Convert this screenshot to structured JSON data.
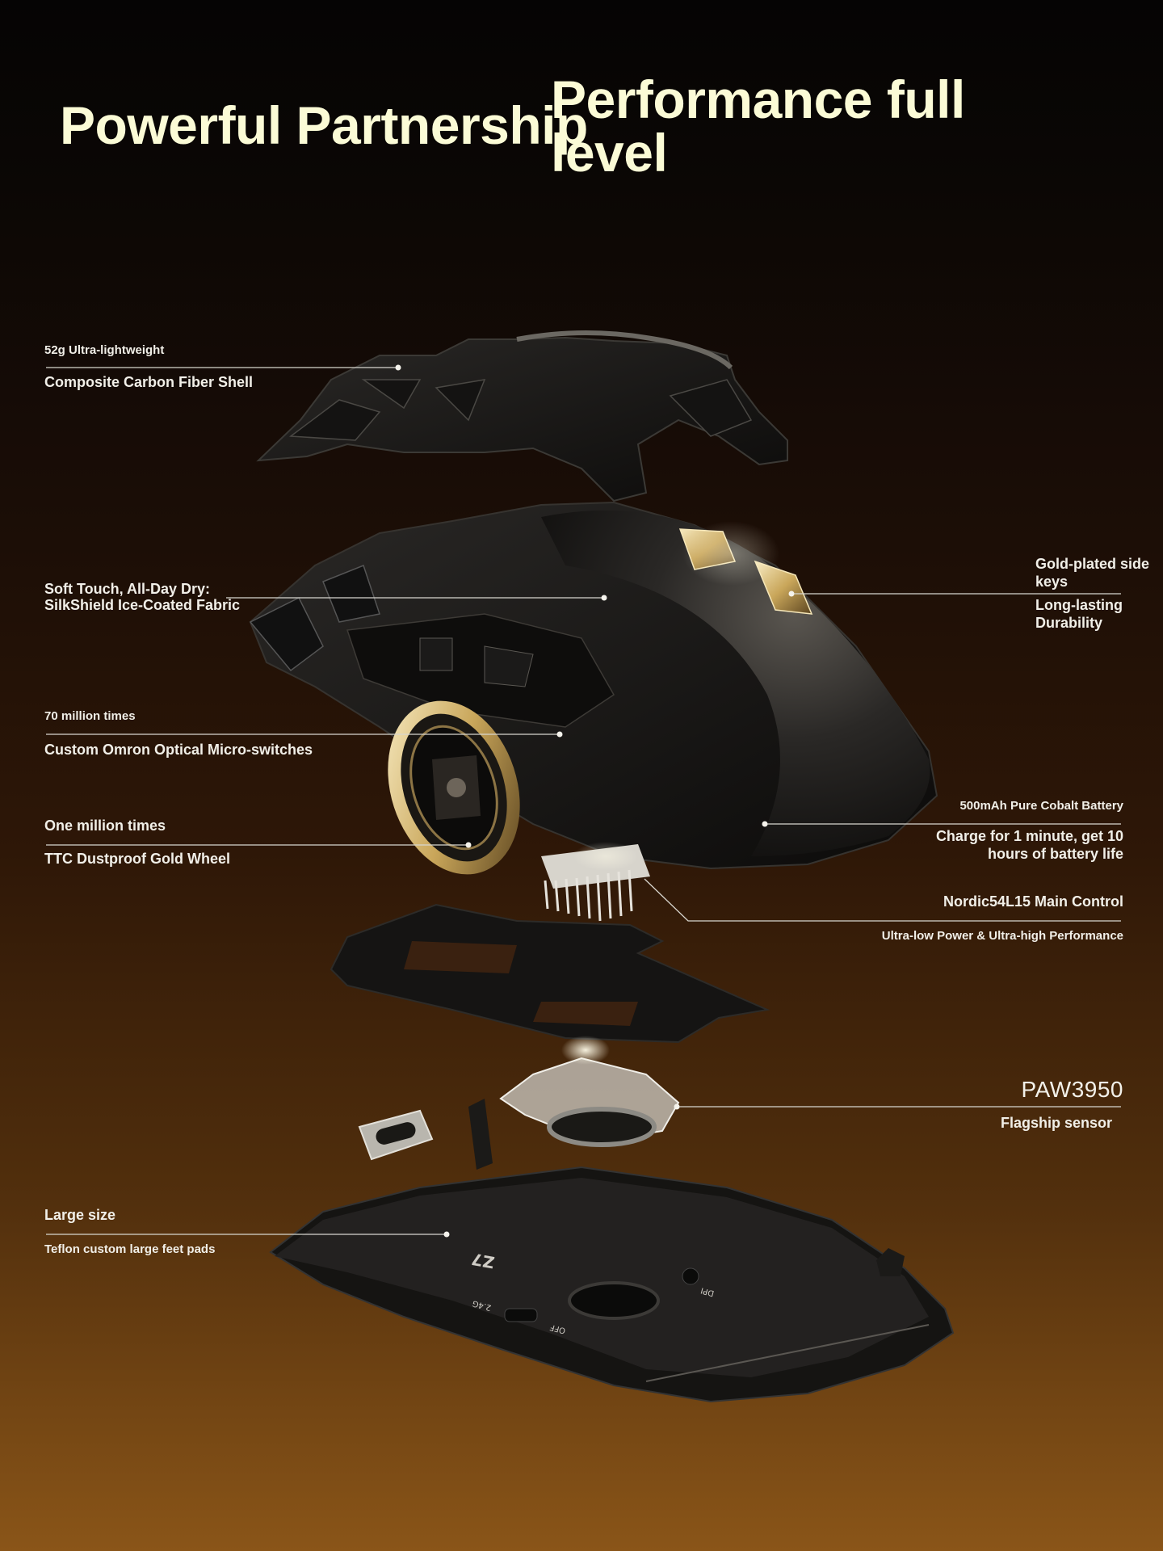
{
  "titles": {
    "left": "Powerful Partnership",
    "right": "Performance full level"
  },
  "callouts": {
    "weight_top": "52g Ultra-lightweight",
    "weight_bottom": "Composite Carbon Fiber Shell",
    "fabric_line1": "Soft Touch, All-Day Dry:",
    "fabric_line2": "SilkShield Ice-Coated Fabric",
    "switch_top": "70 million times",
    "switch_bottom": "Custom Omron Optical Micro-switches",
    "wheel_top": "One million times",
    "wheel_bottom": "TTC Dustproof Gold Wheel",
    "feet_top": "Large size",
    "feet_bottom": "Teflon custom large feet pads",
    "side_keys_top": "Gold-plated side keys",
    "side_keys_bottom": "Long-lasting Durability",
    "battery_top": "500mAh Pure Cobalt Battery",
    "battery_bottom": "Charge for 1 minute, get 10 hours of battery life",
    "chip_top": "Nordic54L15 Main Control",
    "chip_bottom": "Ultra-low Power & Ultra-high Performance",
    "sensor_top": "PAW3950",
    "sensor_bottom": "Flagship sensor"
  },
  "device_markings": {
    "logo": "Z7",
    "mode_left": "2.4G",
    "mode_off": "OFF",
    "mode_right": "DPI"
  },
  "colors": {
    "title": "#fbfbd6",
    "text": "#f1efe8",
    "leader_line": "#d8d6cf",
    "gold_accent": "#c9a65a"
  }
}
